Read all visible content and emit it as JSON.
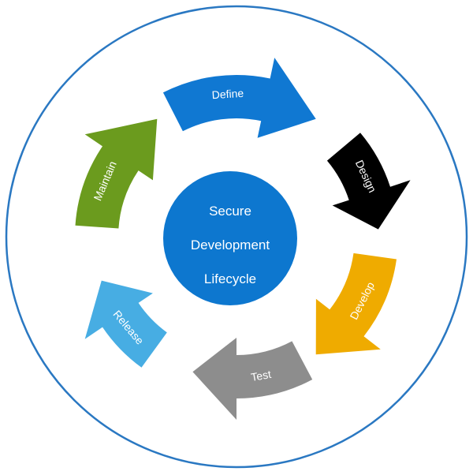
{
  "title": {
    "line1": "Secure",
    "line2": "Development",
    "line3": "Lifecycle"
  },
  "colors": {
    "outer_ring": "#2a78c2",
    "center": "#0d77cf"
  },
  "phases": [
    {
      "label": "Define",
      "color": "#1078d2"
    },
    {
      "label": "Design",
      "color": "#000000"
    },
    {
      "label": "Develop",
      "color": "#efab00"
    },
    {
      "label": "Test",
      "color": "#8d8d8d"
    },
    {
      "label": "Release",
      "color": "#47ade3"
    },
    {
      "label": "Maintain",
      "color": "#6b9b1e"
    }
  ]
}
